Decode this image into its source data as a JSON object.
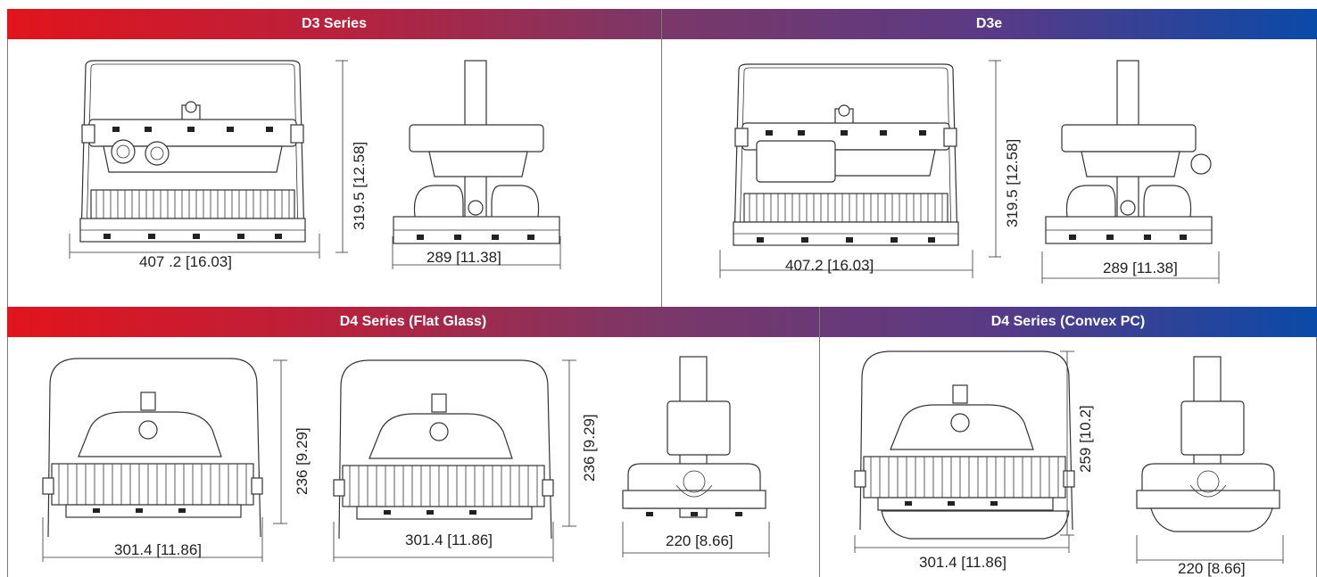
{
  "headers": {
    "d3_series": "D3 Series",
    "d3e": "D3e",
    "d4_flat_glass": "D4 Series (Flat Glass)",
    "d4_convex_pc": "D4 Series (Convex PC)"
  },
  "dimensions": {
    "d3_front_width": "407 .2 [16.03]",
    "d3_front_height": "319.5 [12.58]",
    "d3_side_width": "289 [11.38]",
    "d3e_front_width": "407.2 [16.03]",
    "d3e_front_height": "319.5 [12.58]",
    "d3e_side_width": "289 [11.38]",
    "d4fg_a_width": "301.4 [11.86]",
    "d4fg_a_height": "236 [9.29]",
    "d4fg_b_width": "301.4 [11.86]",
    "d4fg_b_height": "236 [9.29]",
    "d4fg_side_width": "220 [8.66]",
    "d4pc_front_width": "301.4 [11.86]",
    "d4pc_front_height": "259 [10.2]",
    "d4pc_side_width": "220 [8.66]"
  },
  "colors": {
    "gradient_start": "#e2141c",
    "gradient_end": "#0a4aa8",
    "line": "#333333",
    "frame": "#7b7b7b"
  }
}
